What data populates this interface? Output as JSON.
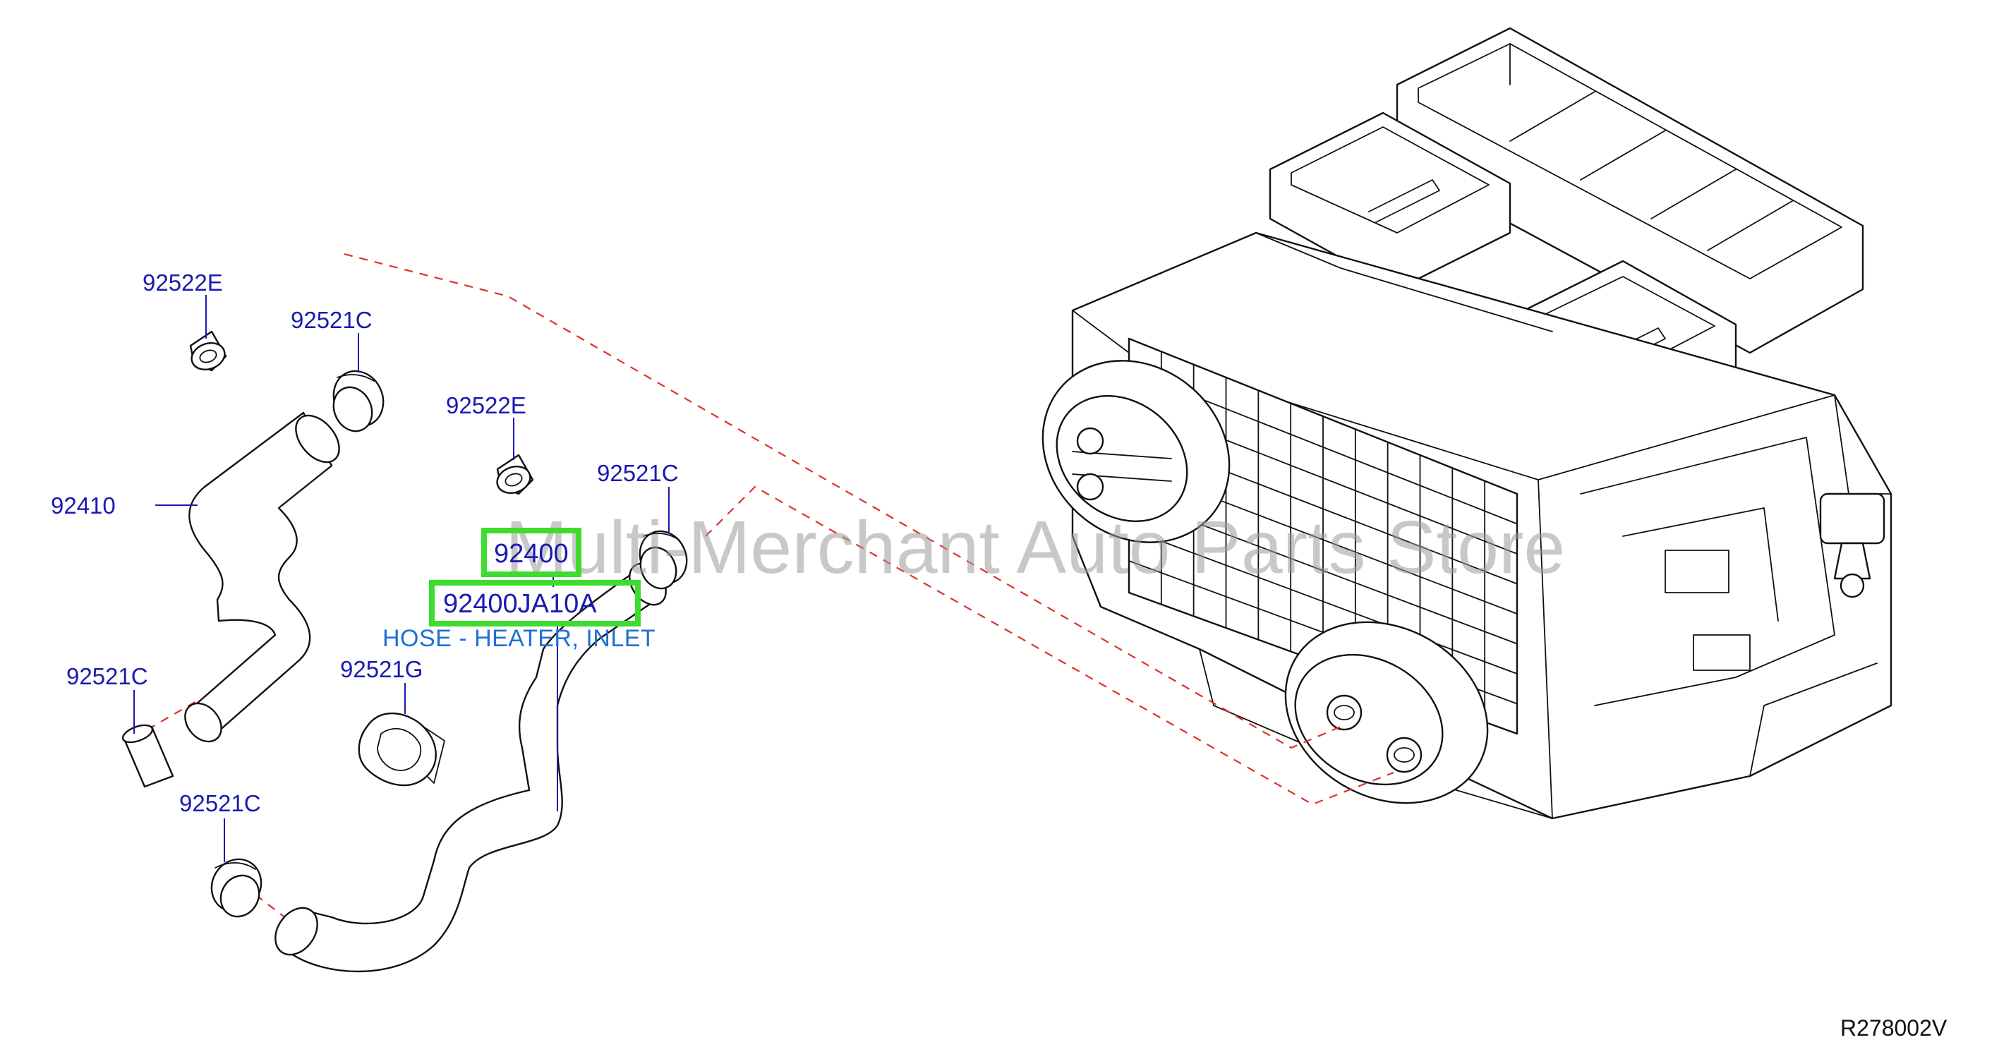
{
  "callouts": {
    "clip_top_left": "92522E",
    "clamp_top": "92521C",
    "clip_mid": "92522E",
    "clamp_mid_right": "92521C",
    "hose_outlet": "92410",
    "clamp_left_low": "92521C",
    "bracket": "92521G",
    "clamp_bottom": "92521C"
  },
  "highlight": {
    "part_number": "92400",
    "full_part_number": "92400JA10A",
    "description": "HOSE - HEATER, INLET",
    "color": "#3ddc2f"
  },
  "watermark": "Multi-Merchant Auto Parts Store",
  "reference_code": "R278002V",
  "colors": {
    "label": "#1a1ab0",
    "description": "#1f6fd6",
    "dashed_line": "#e0302a",
    "line_art": "#111111"
  }
}
